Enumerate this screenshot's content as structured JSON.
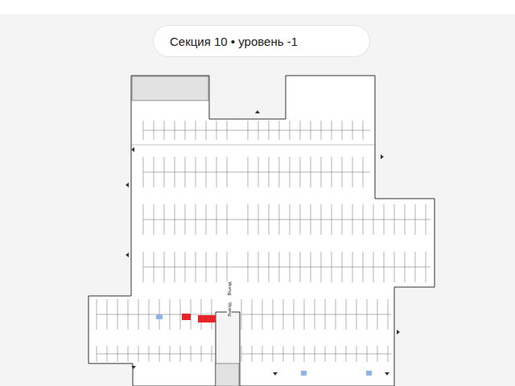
{
  "diagram": {
    "nodes": [
      {
        "text": [
          "Секция 10 • уровень -1"
        ]
      }
    ],
    "labels": [
      "Выезд",
      "Въезд"
    ]
  }
}
